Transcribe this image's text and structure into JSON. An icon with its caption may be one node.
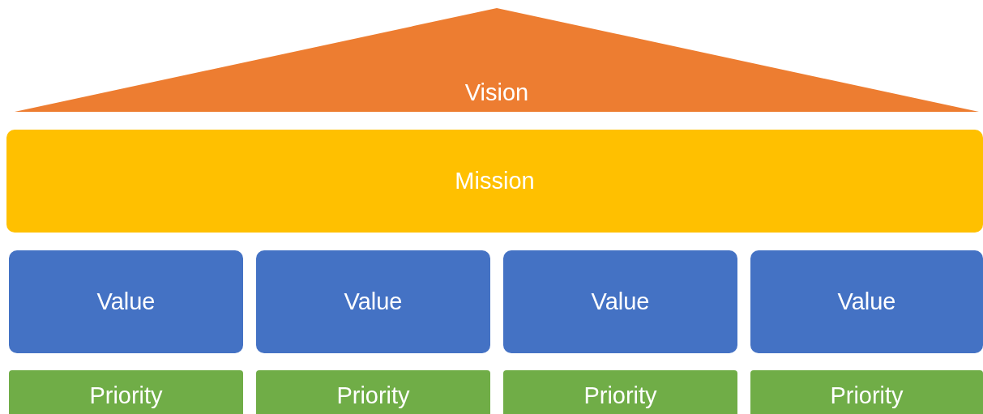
{
  "diagram": {
    "nodes": [
      {
        "text": [
          "Vision"
        ]
      },
      {
        "text": [
          "Mission"
        ]
      },
      {
        "text": [
          "Value"
        ]
      },
      {
        "text": [
          "Value"
        ]
      },
      {
        "text": [
          "Value"
        ]
      },
      {
        "text": [
          "Value"
        ]
      },
      {
        "text": [
          "Priority"
        ]
      },
      {
        "text": [
          "Priority"
        ]
      },
      {
        "text": [
          "Priority"
        ]
      },
      {
        "text": [
          "Priority"
        ]
      }
    ]
  }
}
